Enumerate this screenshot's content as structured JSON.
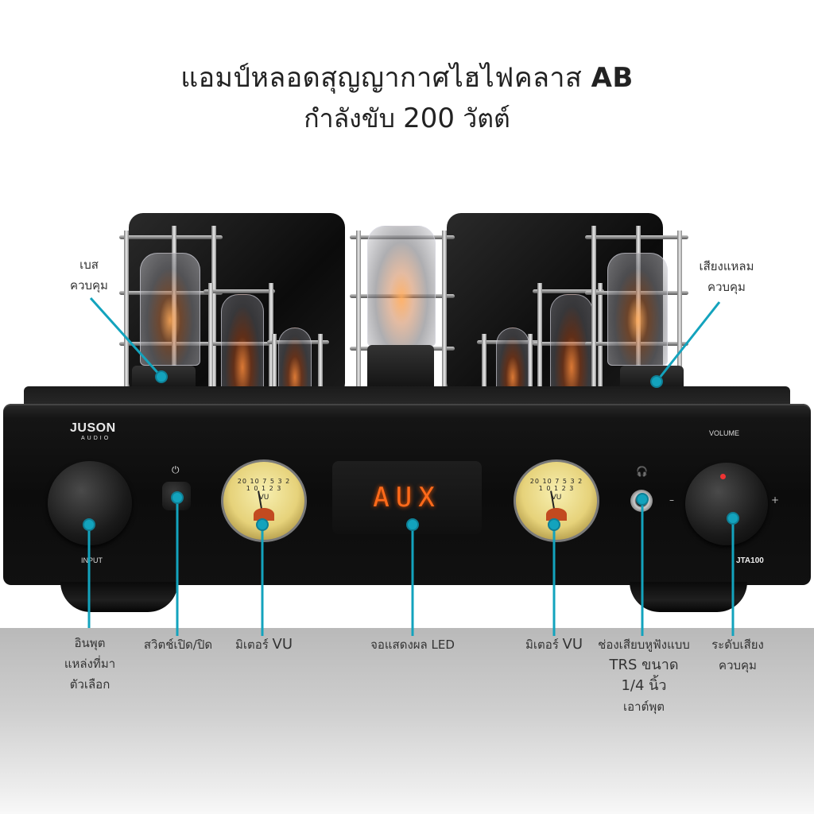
{
  "headline": {
    "line1": "แอมป์หลอดสุญญากาศไฮไฟคลาส",
    "line1_bold": "AB",
    "line2_prefix": "กำลังขับ",
    "line2_number": "200",
    "line2_suffix": "วัตต์"
  },
  "device": {
    "brand": "JUSON",
    "brand_sub": "AUDIO",
    "input_label": "INPUT",
    "volume_label": "VOLUME",
    "model": "JTA100",
    "display_text": "AUX",
    "vu_scale": "20 10 7 5 3 2 1 0 1 2 3",
    "vu_label": "VU",
    "minus": "–",
    "plus": "+"
  },
  "callouts": {
    "bass": [
      "เบส",
      "ควบคุม"
    ],
    "treble": [
      "เสียงแหลม",
      "ควบคุม"
    ],
    "input": [
      "อินพุต",
      "แหล่งที่มา",
      "ตัวเลือก"
    ],
    "power": "สวิตช์เปิด/ปิด",
    "vu_left_prefix": "มิเตอร์",
    "vu_left_suffix": "VU",
    "led": "จอแสดงผล LED",
    "vu_right_prefix": "มิเตอร์",
    "vu_right_suffix": "VU",
    "headphone": [
      "ช่องเสียบหูฟังแบบ",
      "TRS ขนาด",
      "1/4 นิ้ว",
      "เอาต์พุต"
    ],
    "volume": [
      "ระดับเสียง",
      "ควบคุม"
    ]
  },
  "colors": {
    "accent": "#13a3bd",
    "display": "#ff6a1a"
  }
}
